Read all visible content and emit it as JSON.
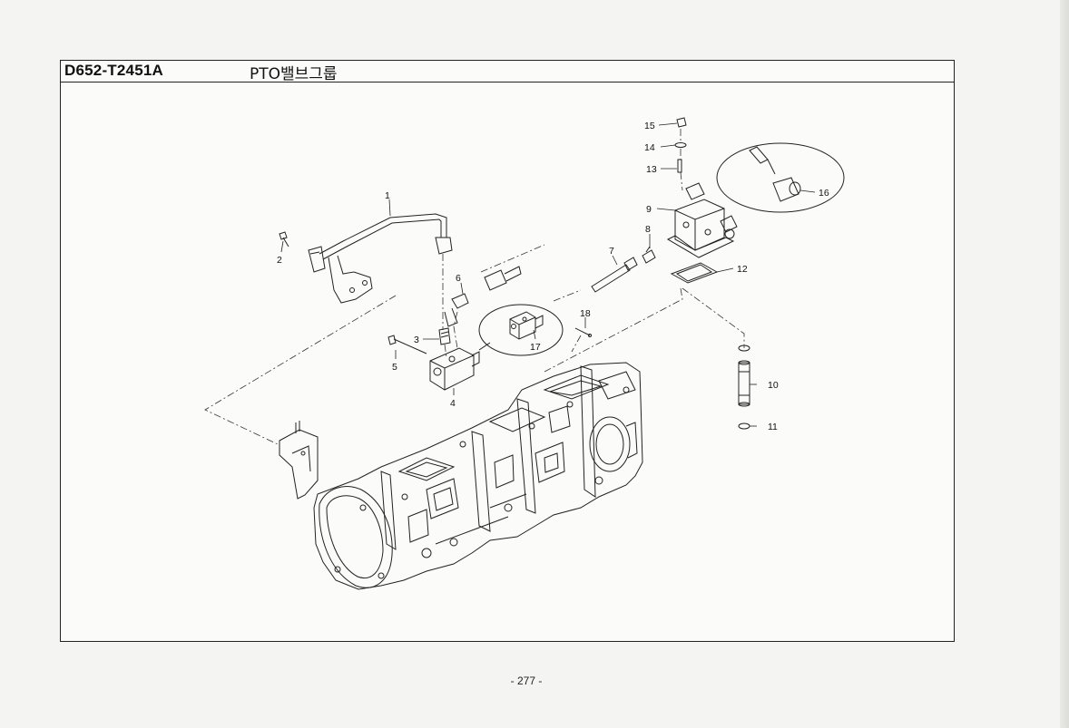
{
  "header": {
    "model_code": "D652-T2451A",
    "group_title": "PTO밸브그룹"
  },
  "callouts": [
    {
      "id": "c1",
      "label": "1"
    },
    {
      "id": "c2",
      "label": "2"
    },
    {
      "id": "c3",
      "label": "3"
    },
    {
      "id": "c4",
      "label": "4"
    },
    {
      "id": "c5",
      "label": "5"
    },
    {
      "id": "c6",
      "label": "6"
    },
    {
      "id": "c7",
      "label": "7"
    },
    {
      "id": "c8",
      "label": "8"
    },
    {
      "id": "c9",
      "label": "9"
    },
    {
      "id": "c10",
      "label": "10"
    },
    {
      "id": "c11",
      "label": "11"
    },
    {
      "id": "c12",
      "label": "12"
    },
    {
      "id": "c13",
      "label": "13"
    },
    {
      "id": "c14",
      "label": "14"
    },
    {
      "id": "c15",
      "label": "15"
    },
    {
      "id": "c16",
      "label": "16"
    },
    {
      "id": "c17",
      "label": "17"
    },
    {
      "id": "c18",
      "label": "18"
    }
  ],
  "footer": {
    "page_number": "- 277 -"
  }
}
